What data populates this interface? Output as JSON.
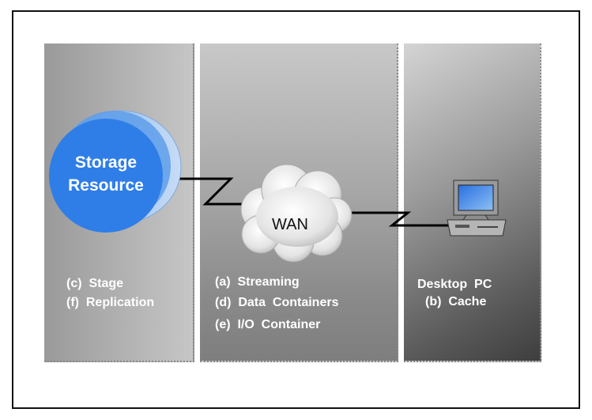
{
  "storage": {
    "line1": "Storage",
    "line2": "Resource"
  },
  "wan": {
    "label": "WAN"
  },
  "left_labels": [
    "(c)  Stage",
    "(f)  Replication"
  ],
  "middle_labels": [
    "(a)  Streaming",
    "(d)  Data  Containers",
    "(e)  I/O  Container"
  ],
  "right_labels": [
    "Desktop  PC",
    "(b)  Cache"
  ],
  "colors": {
    "disk": "#2f7ee8",
    "disk_back": "#a9c9f2",
    "line": "#000000"
  },
  "icons": [
    "storage-disk-icon",
    "cloud-icon",
    "desktop-pc-icon"
  ]
}
